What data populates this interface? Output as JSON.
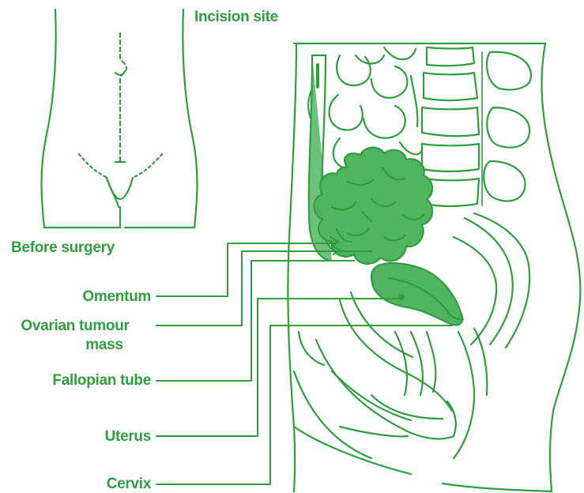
{
  "labels": {
    "incision_site": "Incision site",
    "before_surgery": "Before surgery",
    "omentum": "Omentum",
    "ovarian_tumour_mass_line1": "Ovarian tumour",
    "ovarian_tumour_mass_line2": "mass",
    "fallopian_tube": "Fallopian tube",
    "uterus": "Uterus",
    "cervix": "Cervix"
  },
  "colors": {
    "line": "#2e9e3e",
    "fill": "#4fb561",
    "fill_light": "#6cc27a",
    "background": "#ffffff"
  }
}
